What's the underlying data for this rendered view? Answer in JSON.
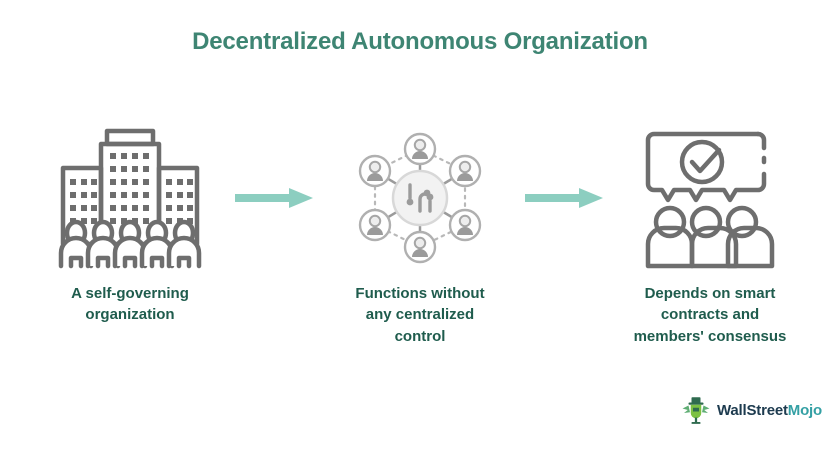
{
  "title": "Decentralized Autonomous Organization",
  "colors": {
    "title": "#3e8573",
    "caption": "#1f5c4d",
    "icon_stroke": "#6e6e6e",
    "icon_fill_light": "#e8e8e8",
    "icon_node_gray": "#9b9b9b",
    "arrow": "#8ccec0",
    "background": "#ffffff",
    "logo_dark": "#1d3b4f",
    "logo_teal": "#34a0a4"
  },
  "steps": [
    {
      "icon": "office-building-with-people-icon",
      "caption": "A self-governing\norganization"
    },
    {
      "icon": "decentralized-network-nodes-icon",
      "caption": "Functions without\nany centralized\ncontrol"
    },
    {
      "icon": "speech-bubble-check-with-people-icon",
      "caption": "Depends on smart\ncontracts and\nmembers' consensus"
    }
  ],
  "arrows": [
    {
      "icon": "right-arrow-icon"
    },
    {
      "icon": "right-arrow-icon"
    }
  ],
  "logo": {
    "mark": "wallstreetmojo-bull-icon",
    "text_primary": "WallStreet",
    "text_accent": "Mojo"
  }
}
